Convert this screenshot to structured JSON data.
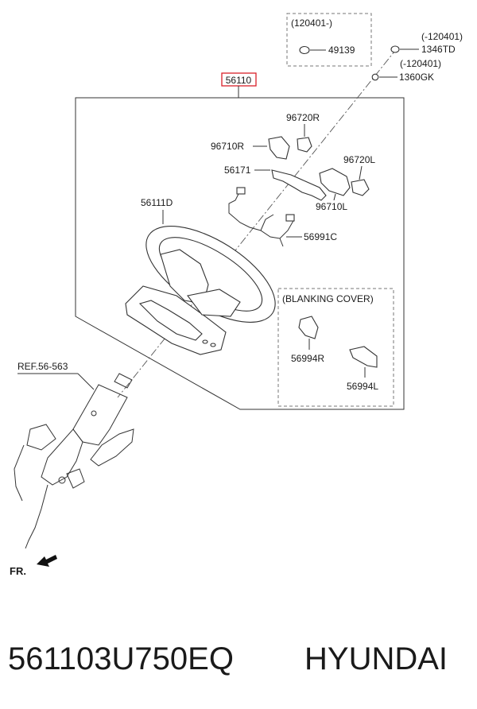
{
  "group_label": "56110",
  "highlight_color": "#d9202a",
  "variant_box": {
    "title": "(120401-)",
    "part": "49139"
  },
  "upper_parts": [
    {
      "note": "(-120401)",
      "part": "1346TD"
    },
    {
      "note": "(-120401)",
      "part": "1360GK"
    }
  ],
  "parts": {
    "switch_rh": "96720R",
    "bezel_rh": "96710R",
    "bracket": "56171",
    "switch_lh": "96720L",
    "bezel_lh": "96710L",
    "wheel": "56111D",
    "harness": "56991C"
  },
  "blanking": {
    "title": "(BLANKING COVER)",
    "rh": "56994R",
    "lh": "56994L"
  },
  "reference": "REF.56-563",
  "front_label": "FR.",
  "footer": {
    "part_number": "561103U750EQ",
    "brand": "HYUNDAI"
  }
}
